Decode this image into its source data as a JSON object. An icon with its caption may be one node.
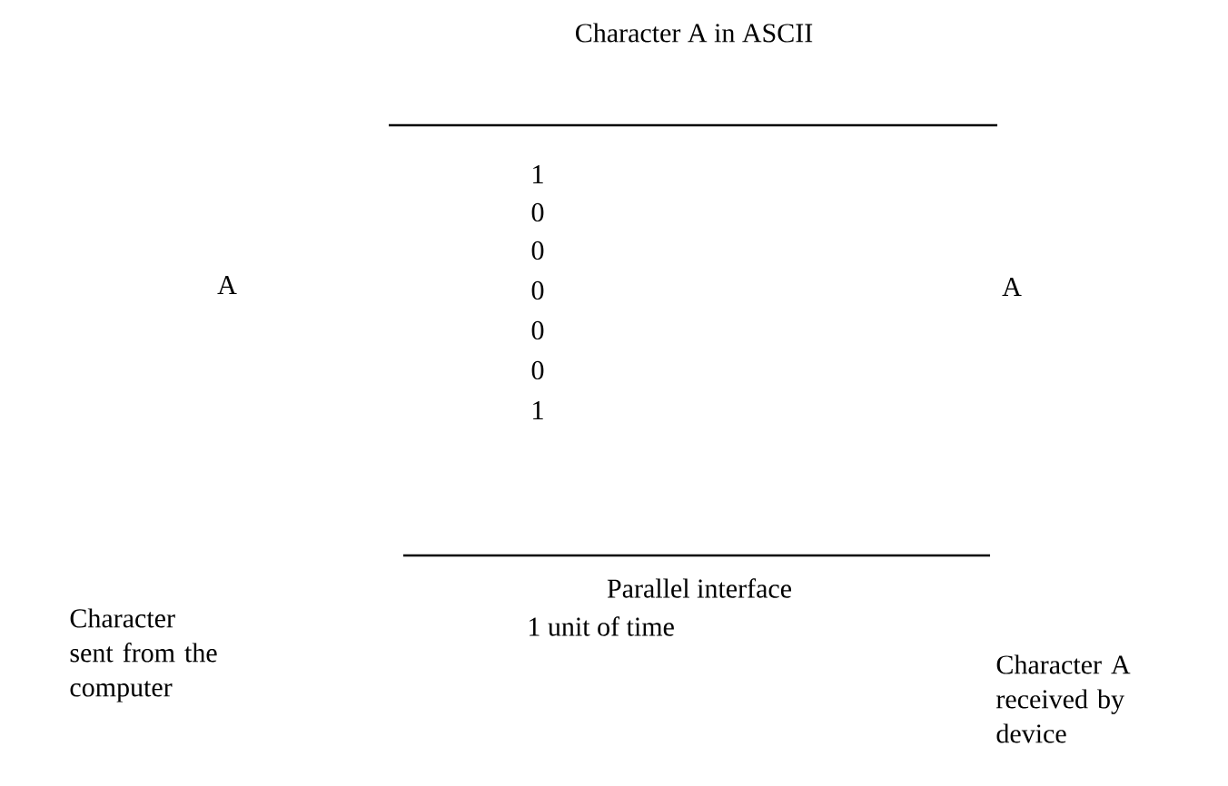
{
  "diagram": {
    "title": "Character A in ASCII",
    "labels": [
      "A",
      "1",
      "0",
      "0",
      "0",
      "0",
      "0",
      "1",
      "A",
      "Parallel interface",
      "1 unit of time",
      "Character sent from the computer",
      "Character A received by device"
    ]
  }
}
